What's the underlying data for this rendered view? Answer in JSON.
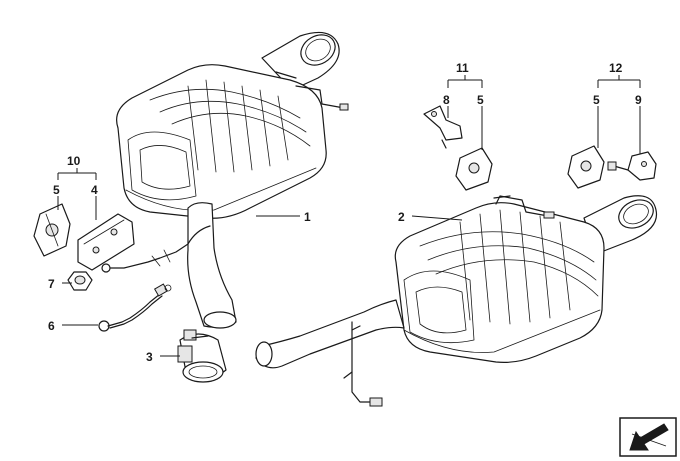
{
  "callouts": {
    "c1": "1",
    "c2": "2",
    "c3": "3",
    "c4": "4",
    "c5a": "5",
    "c5b": "5",
    "c5c": "5",
    "c6": "6",
    "c7": "7",
    "c8": "8",
    "c9": "9",
    "c10": "10",
    "c11": "11",
    "c12": "12"
  },
  "icons": {
    "corner": "arrow-down-left-icon"
  }
}
